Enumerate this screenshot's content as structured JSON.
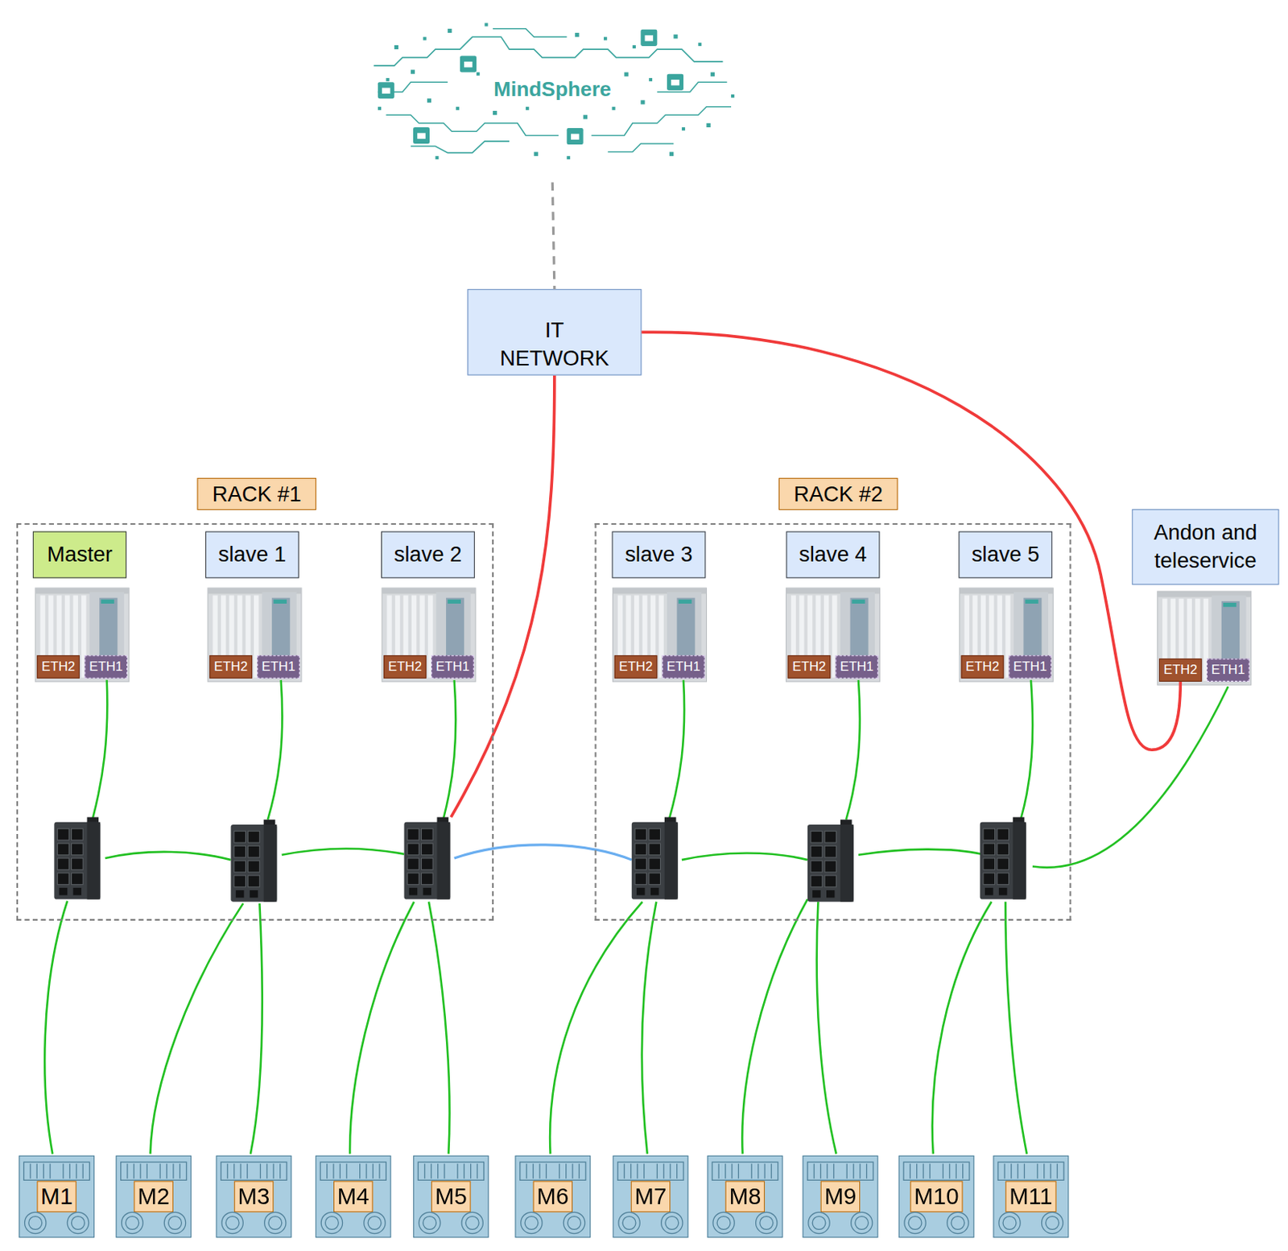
{
  "diagram": {
    "nodes": [
      {
        "text": [
          "MindSphere"
        ]
      },
      {
        "text": [
          "IT NETWORK"
        ]
      },
      {
        "text": [
          "RACK #1"
        ]
      },
      {
        "text": [
          "Master"
        ],
        "in": 2
      },
      {
        "text": [
          "ETH2"
        ],
        "in": 2
      },
      {
        "text": [
          "ETH1"
        ],
        "in": 2
      },
      {
        "text": [
          "slave 1"
        ],
        "in": 2
      },
      {
        "text": [
          "ETH2"
        ],
        "in": 2
      },
      {
        "text": [
          "ETH1"
        ],
        "in": 2
      },
      {
        "text": [
          "slave 2"
        ],
        "in": 2
      },
      {
        "text": [
          "ETH2"
        ],
        "in": 2
      },
      {
        "text": [
          "ETH1"
        ],
        "in": 2
      },
      {
        "text": [
          "RACK #2"
        ]
      },
      {
        "text": [
          "slave 3"
        ],
        "in": 12
      },
      {
        "text": [
          "ETH2"
        ],
        "in": 12
      },
      {
        "text": [
          "ETH1"
        ],
        "in": 12
      },
      {
        "text": [
          "slave 4"
        ],
        "in": 12
      },
      {
        "text": [
          "ETH2"
        ],
        "in": 12
      },
      {
        "text": [
          "ETH1"
        ],
        "in": 12
      },
      {
        "text": [
          "slave 5"
        ],
        "in": 12
      },
      {
        "text": [
          "ETH2"
        ],
        "in": 12
      },
      {
        "text": [
          "ETH1"
        ],
        "in": 12
      },
      {
        "text": [
          "Andon and teleservice"
        ]
      },
      {
        "text": [
          "ETH2"
        ]
      },
      {
        "text": [
          "ETH1"
        ]
      },
      {
        "text": [
          "M1"
        ]
      },
      {
        "text": [
          "M2"
        ]
      },
      {
        "text": [
          "M3"
        ]
      },
      {
        "text": [
          "M4"
        ]
      },
      {
        "text": [
          "M5"
        ]
      },
      {
        "text": [
          "M6"
        ]
      },
      {
        "text": [
          "M7"
        ]
      },
      {
        "text": [
          "M8"
        ]
      },
      {
        "text": [
          "M9"
        ]
      },
      {
        "text": [
          "M10"
        ]
      },
      {
        "text": [
          "M11"
        ]
      }
    ],
    "edges": [
      {
        "from": 0,
        "to": 1,
        "arrow": "none"
      },
      {
        "from": 1,
        "to": 23,
        "arrow": "none"
      }
    ]
  }
}
